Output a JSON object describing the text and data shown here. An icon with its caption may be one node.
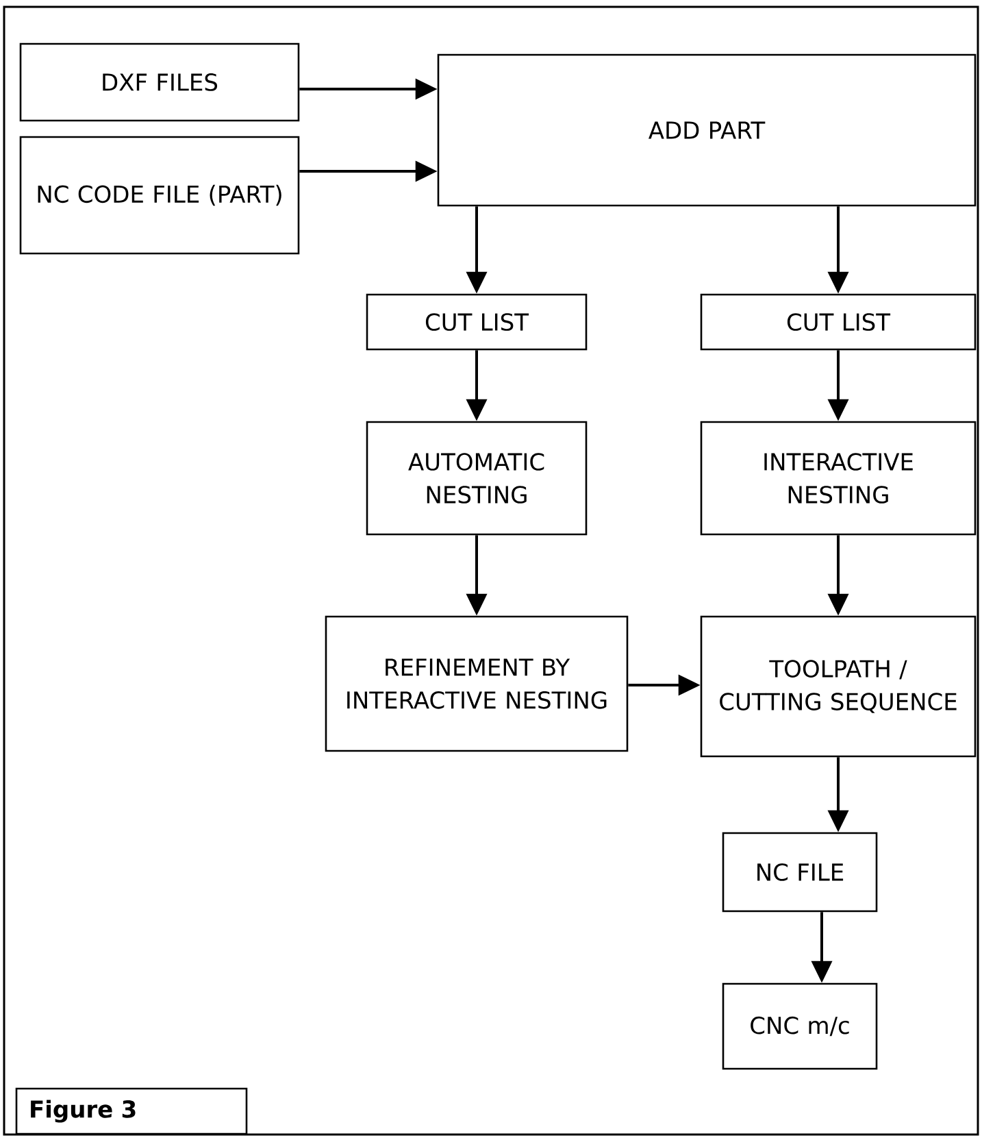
{
  "diagram": {
    "caption": "Figure 3",
    "nodes": [
      {
        "text": [
          "DXF FILES"
        ]
      },
      {
        "text": [
          "NC CODE FILE (PART)"
        ]
      },
      {
        "text": [
          "ADD PART"
        ]
      },
      {
        "text": [
          "CUT LIST"
        ]
      },
      {
        "text": [
          "CUT LIST"
        ]
      },
      {
        "text": [
          "AUTOMATIC NESTING"
        ]
      },
      {
        "text": [
          "INTERACTIVE NESTING"
        ]
      },
      {
        "text": [
          "REFINEMENT BY INTERACTIVE NESTING"
        ]
      },
      {
        "text": [
          "TOOLPATH / CUTTING SEQUENCE"
        ]
      },
      {
        "text": [
          "NC FILE"
        ]
      },
      {
        "text": [
          "CNC m/c"
        ]
      }
    ],
    "edges": [
      {
        "from": 0,
        "to": 2,
        "arrow": "to"
      },
      {
        "from": 1,
        "to": 2,
        "arrow": "to"
      },
      {
        "from": 2,
        "to": 3,
        "arrow": "to"
      },
      {
        "from": 2,
        "to": 4,
        "arrow": "to"
      },
      {
        "from": 3,
        "to": 5,
        "arrow": "to"
      },
      {
        "from": 4,
        "to": 6,
        "arrow": "to"
      },
      {
        "from": 5,
        "to": 7,
        "arrow": "to"
      },
      {
        "from": 6,
        "to": 8,
        "arrow": "to"
      },
      {
        "from": 7,
        "to": 8,
        "arrow": "to"
      },
      {
        "from": 8,
        "to": 9,
        "arrow": "to"
      },
      {
        "from": 9,
        "to": 10,
        "arrow": "to"
      }
    ]
  }
}
